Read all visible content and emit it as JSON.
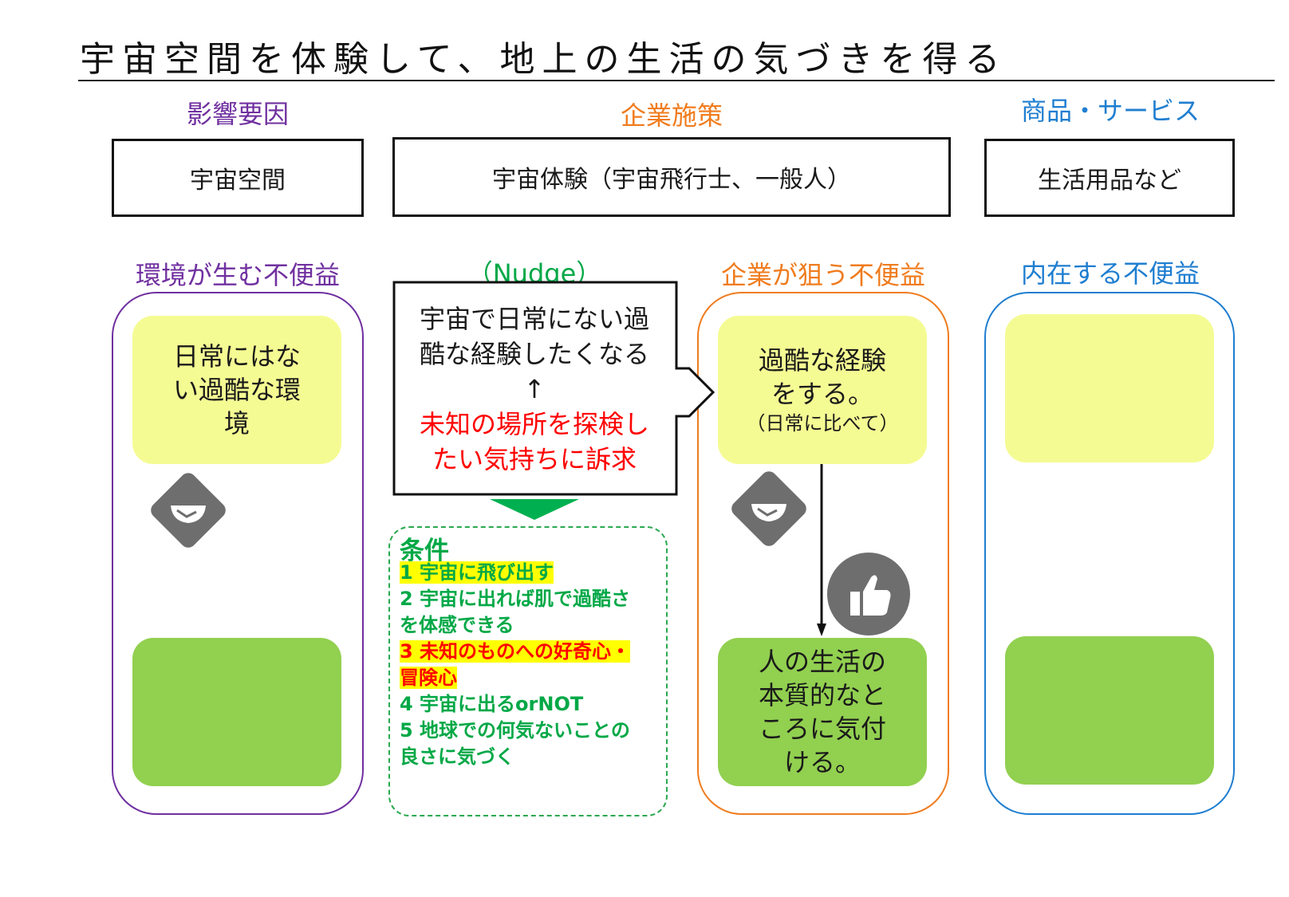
{
  "title": "宇宙空間を体験して、地上の生活の気づきを得る",
  "headers": {
    "influence": "影響要因",
    "measures": "企業施策",
    "products": "商品・サービス"
  },
  "boxes": {
    "influence": "宇宙空間",
    "measures": "宇宙体験（宇宙飛行士、一般人）",
    "products": "生活用品など"
  },
  "columns": {
    "environment": {
      "label": "環境が生む不便益",
      "card_top": "日常にはな\nい過酷な環\n境",
      "card_bottom": ""
    },
    "nudge": {
      "label": "（Nudge）",
      "callout_line1": "宇宙で日常にない過\n酷な経験したくなる",
      "arrow": "↑",
      "callout_line2": "未知の場所を探検し\nたい気持ちに訴求"
    },
    "company": {
      "label": "企業が狙う不便益",
      "card_top": "過酷な経験\nをする。",
      "card_top_sub": "（日常に比べて）",
      "card_bottom": "人の生活の\n本質的なと\nころに気付\nける。"
    },
    "inherent": {
      "label": "内在する不便益",
      "card_top": "",
      "card_bottom": ""
    }
  },
  "conditions": {
    "title": "条件",
    "items": [
      "1 宇宙に飛び出す",
      "2 宇宙に出れば肌で過酷さ\nを体感できる",
      "3 未知のものへの好奇心・\n冒険心",
      "4 宇宙に出るorNOT",
      "5 地球での何気ないことの\n良さに気づく"
    ]
  },
  "icons": [
    "handshake-icon",
    "handshake-icon",
    "thumbs-up-icon"
  ],
  "colors": {
    "purple": "#7030a0",
    "orange": "#f07c1e",
    "blue": "#1f7ed0",
    "green_text": "#00a846",
    "red_text": "#ff0000",
    "highlight": "#ffff00",
    "card_yellow": "#f5fb93",
    "card_green": "#92d050"
  }
}
